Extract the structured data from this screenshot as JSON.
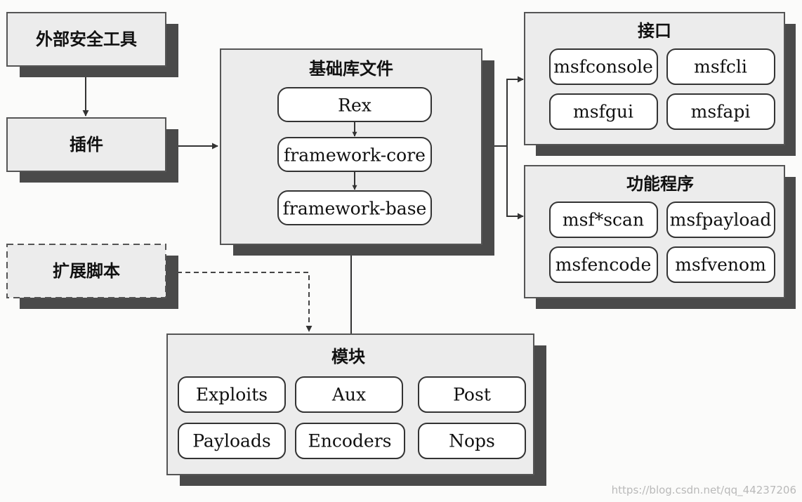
{
  "nodes": {
    "external_tools": "外部安全工具",
    "plugins": "插件",
    "extension_scripts": "扩展脚本",
    "base_library": {
      "title": "基础库文件",
      "items": [
        "Rex",
        "framework-core",
        "framework-base"
      ]
    },
    "interfaces": {
      "title": "接口",
      "items": [
        "msfconsole",
        "msfcli",
        "msfgui",
        "msfapi"
      ]
    },
    "utilities": {
      "title": "功能程序",
      "items": [
        "msf*scan",
        "msfpayload",
        "msfencode",
        "msfvenom"
      ]
    },
    "modules": {
      "title": "模块",
      "items": [
        "Exploits",
        "Aux",
        "Post",
        "Payloads",
        "Encoders",
        "Nops"
      ]
    }
  },
  "edges": [
    {
      "from": "external_tools",
      "to": "plugins",
      "style": "solid"
    },
    {
      "from": "plugins",
      "to": "base_library",
      "style": "solid"
    },
    {
      "from": "base_library.Rex",
      "to": "base_library.framework-core",
      "style": "solid"
    },
    {
      "from": "base_library.framework-core",
      "to": "base_library.framework-base",
      "style": "solid"
    },
    {
      "from": "base_library",
      "to": "interfaces",
      "style": "solid"
    },
    {
      "from": "base_library",
      "to": "utilities",
      "style": "solid"
    },
    {
      "from": "modules",
      "to": "base_library",
      "style": "solid"
    },
    {
      "from": "extension_scripts",
      "to": "modules",
      "style": "dashed"
    }
  ],
  "watermark": "https://blog.csdn.net/qq_44237206"
}
